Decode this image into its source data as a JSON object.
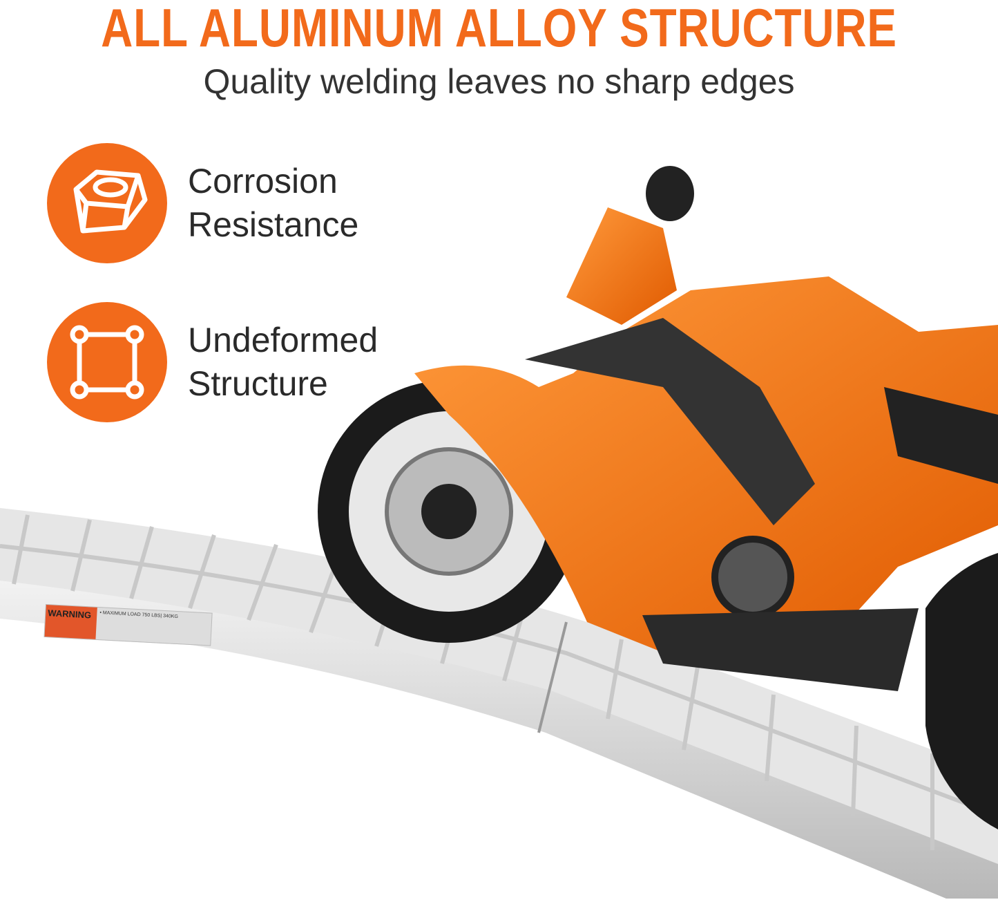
{
  "header": {
    "title": "ALL ALUMINUM ALLOY STRUCTURE",
    "subtitle": "Quality welding leaves no sharp edges"
  },
  "features": [
    {
      "icon": "hex-nut-icon",
      "line1": "Corrosion",
      "line2": "Resistance"
    },
    {
      "icon": "square-frame-icon",
      "line1": "Undeformed",
      "line2": "Structure"
    }
  ],
  "ramp_label": {
    "warning": "WARNING",
    "load": "• MAXIMUM LOAD 750 LBS| 340KG"
  },
  "colors": {
    "accent": "#f26a1b",
    "text": "#2a2a2a"
  }
}
